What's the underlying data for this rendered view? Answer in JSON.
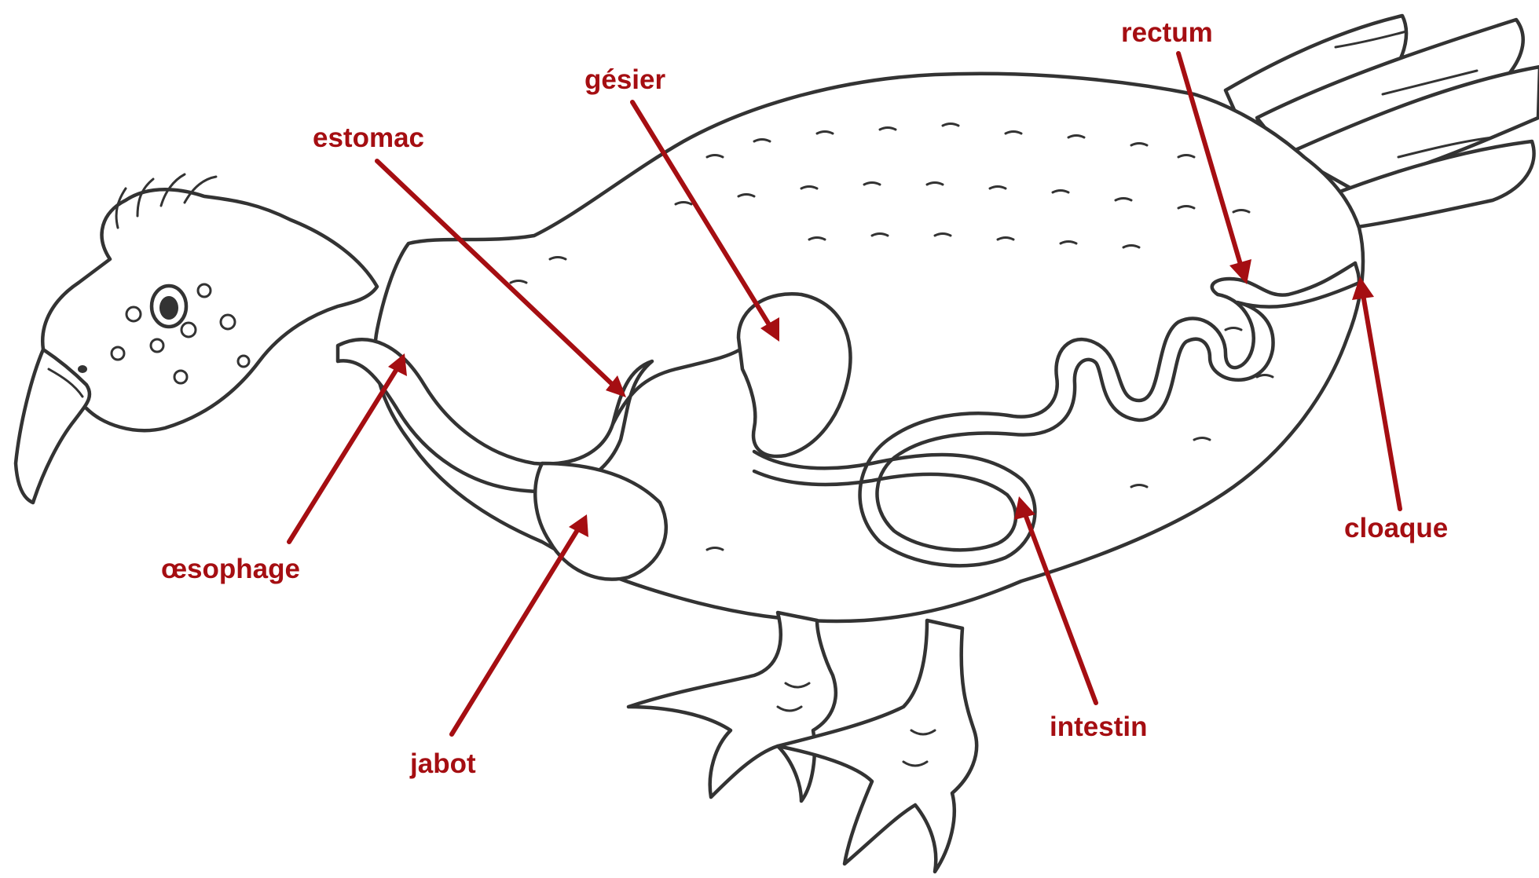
{
  "labels": {
    "rectum": "rectum",
    "gesier": "gésier",
    "estomac": "estomac",
    "oesophage": "œsophage",
    "jabot": "jabot",
    "intestin": "intestin",
    "cloaque": "cloaque"
  },
  "colors": {
    "label": "#a50e12",
    "drawing": "#333333",
    "background": "#ffffff"
  }
}
